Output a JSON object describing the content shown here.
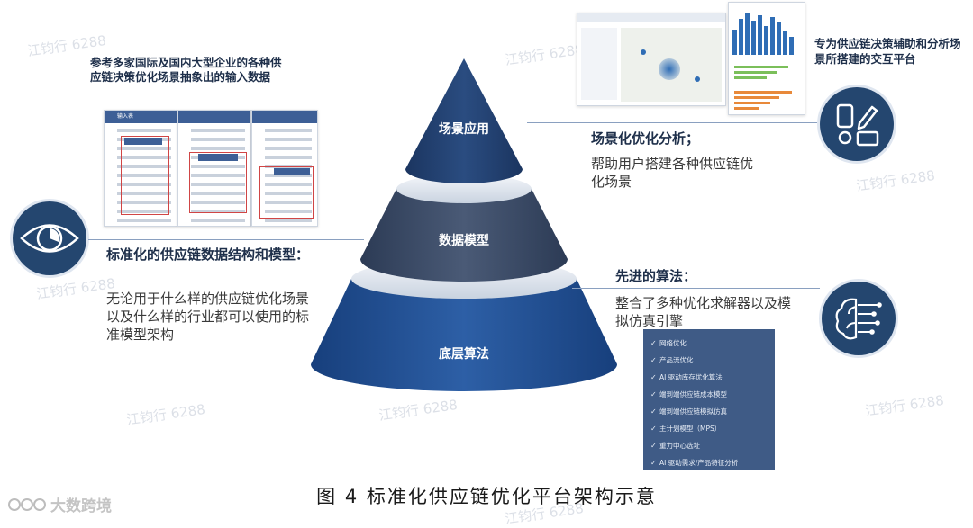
{
  "watermark": "江钧行 6288",
  "tiers": {
    "top": "场景应用",
    "middle": "数据模型",
    "bottom": "底层算法"
  },
  "input_data": {
    "title": "参考多家国际及国内大型企业的各种供应链决策优化场景抽象出的输入数据",
    "mock_header": "输入表"
  },
  "platform": {
    "title": "专为供应链决策辅助和分析场景所搭建的交互平台"
  },
  "scenario": {
    "heading": "场景化优化分析；",
    "body": "帮助用户搭建各种供应链优化场景"
  },
  "standard": {
    "heading": "标准化的供应链数据结构和模型：",
    "body": "无论用于什么样的供应链优化场景以及什么样的行业都可以使用的标准模型架构"
  },
  "algorithm": {
    "heading": "先进的算法：",
    "body": "整合了多种优化求解器以及模拟仿真引擎",
    "items": [
      "网络优化",
      "产品流优化",
      "AI 驱动库存优化算法",
      "端到端供应链成本模型",
      "端到端供应链模拟仿真",
      "主计划模型（MPS）",
      "重力中心选址",
      "AI 驱动需求/产品特征分析"
    ]
  },
  "caption": "图 4 标准化供应链优化平台架构示意",
  "logo": "大数跨境",
  "colors": {
    "dark_navy": "#1f3e6b",
    "slate": "#3e4d66",
    "blue": "#1f4f93",
    "accent_bar": "#2f6db5"
  }
}
